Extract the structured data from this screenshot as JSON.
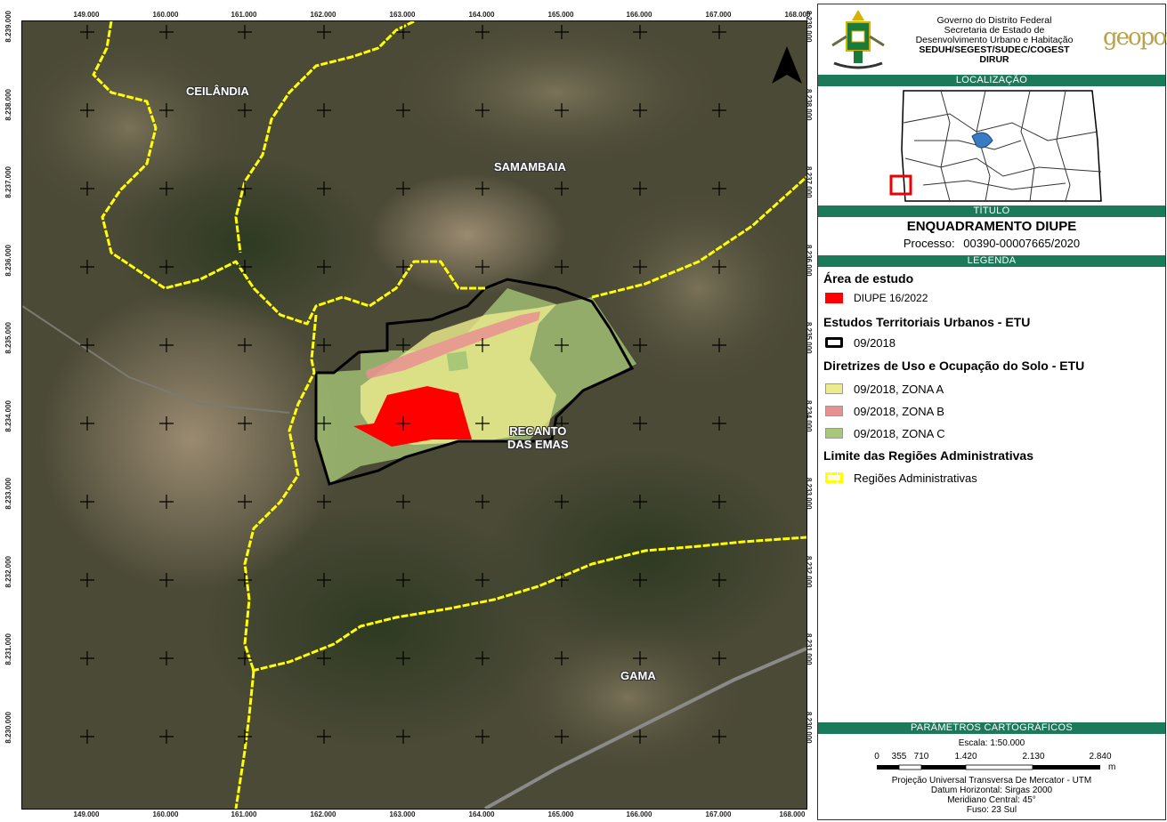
{
  "map": {
    "easting_ticks": [
      "149.000",
      "160.000",
      "161.000",
      "162.000",
      "163.000",
      "164.000",
      "165.000",
      "166.000",
      "167.000",
      "168.000"
    ],
    "northing_ticks": [
      "8.239.000",
      "8.238.000",
      "8.237.000",
      "8.236.000",
      "8.235.000",
      "8.234.000",
      "8.233.000",
      "8.232.000",
      "8.231.000",
      "8.230.000"
    ],
    "places": {
      "ceilandia": "CEILÂNDIA",
      "samambaia": "SAMAMBAIA",
      "recanto_1": "RECANTO",
      "recanto_2": "DAS EMAS",
      "gama": "GAMA"
    },
    "colors": {
      "satellite": "#4a4a36",
      "ra_boundary": "#ffff00",
      "etu_boundary": "#000000",
      "zona_a": "#ecec8c",
      "zona_b": "#e89090",
      "zona_c": "#a8c878",
      "diupe": "#ff0000"
    },
    "north_arrow": "north-arrow-icon"
  },
  "panel": {
    "header": {
      "line1": "Governo do Distrito Federal",
      "line2": "Secretaria de Estado de",
      "line3": "Desenvolvimento Urbano e Habitação",
      "line4": "SEDUH/SEGEST/SUDEC/COGEST",
      "line5": "DIRUR",
      "logo_text": "geoportal"
    },
    "localizacao_label": "LOCALIZAÇÃO",
    "titulo_label": "TÍTULO",
    "title": "ENQUADRAMENTO DIUPE",
    "processo_label": "Processo:",
    "processo_value": "00390-00007665/2020",
    "legenda_label": "LEGENDA",
    "legend": {
      "area_estudo_heading": "Área de estudo",
      "diupe_label": "DIUPE 16/2022",
      "etu_heading": "Estudos Territoriais Urbanos - ETU",
      "etu_label": "09/2018",
      "diretrizes_heading": "Diretrizes de Uso e Ocupação do Solo - ETU",
      "zona_a_label": "09/2018, ZONA A",
      "zona_b_label": "09/2018, ZONA B",
      "zona_c_label": "09/2018, ZONA C",
      "limite_heading": "Limite das Regiões Administrativas",
      "ra_label": "Regiões Administrativas"
    },
    "parametros_label": "PARÂMETROS CARTOGRÁFICOS",
    "escala": "Escala: 1:50.000",
    "scale_ticks": [
      "0",
      "355",
      "710",
      "1.420",
      "2.130",
      "2.840"
    ],
    "scale_unit": "m",
    "proj1": "Projeção Universal Transversa De Mercator - UTM",
    "proj2": "Datum Horizontal: Sirgas 2000",
    "proj3": "Meridiano Central: 45°",
    "proj4": "Fuso: 23 Sul"
  }
}
